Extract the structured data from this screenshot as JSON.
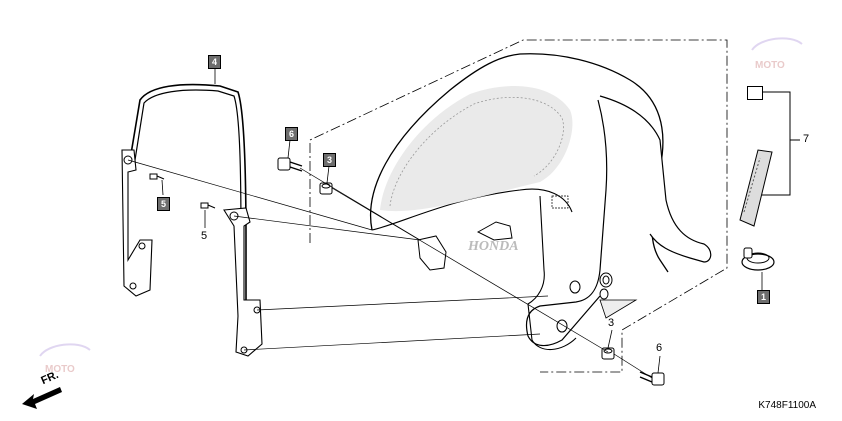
{
  "diagram": {
    "diagram_code": "K748F1100A",
    "direction_label": "FR.",
    "brand_mark": "HONDA",
    "watermark": "MOTO",
    "callouts": {
      "c4": "4",
      "c5_box": "5",
      "c5_plain": "5",
      "c6_box": "6",
      "c3_box": "3",
      "c3_plain": "3",
      "c6_plain": "6",
      "c7": "7",
      "c1": "1"
    }
  }
}
